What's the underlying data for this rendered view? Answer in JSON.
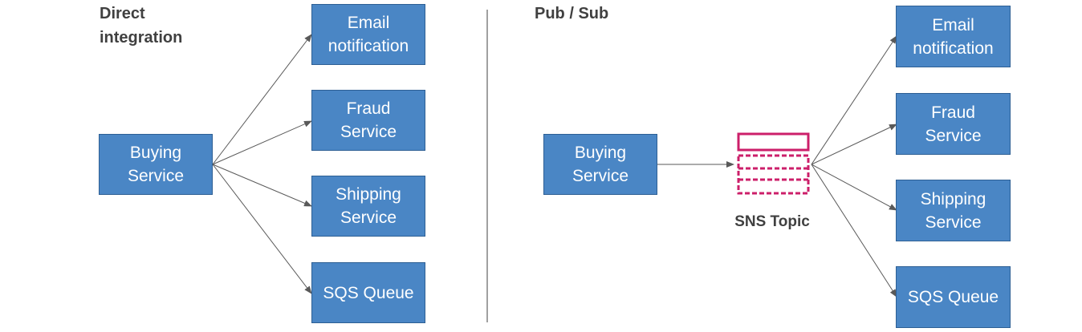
{
  "colors": {
    "box_fill": "#4a86c5",
    "box_border": "#2d5f94",
    "box_text": "#ffffff",
    "arrow": "#595959",
    "divider": "#404040",
    "sns_icon": "#cc1f6a"
  },
  "left": {
    "title": "Direct\nintegration",
    "source": "Buying\nService",
    "targets": [
      "Email\nnotification",
      "Fraud\nService",
      "Shipping\nService",
      "SQS Queue"
    ]
  },
  "right": {
    "title": "Pub / Sub",
    "source": "Buying\nService",
    "topic_label": "SNS Topic",
    "topic_icon": "sns-topic-icon",
    "targets": [
      "Email\nnotification",
      "Fraud\nService",
      "Shipping\nService",
      "SQS Queue"
    ]
  }
}
